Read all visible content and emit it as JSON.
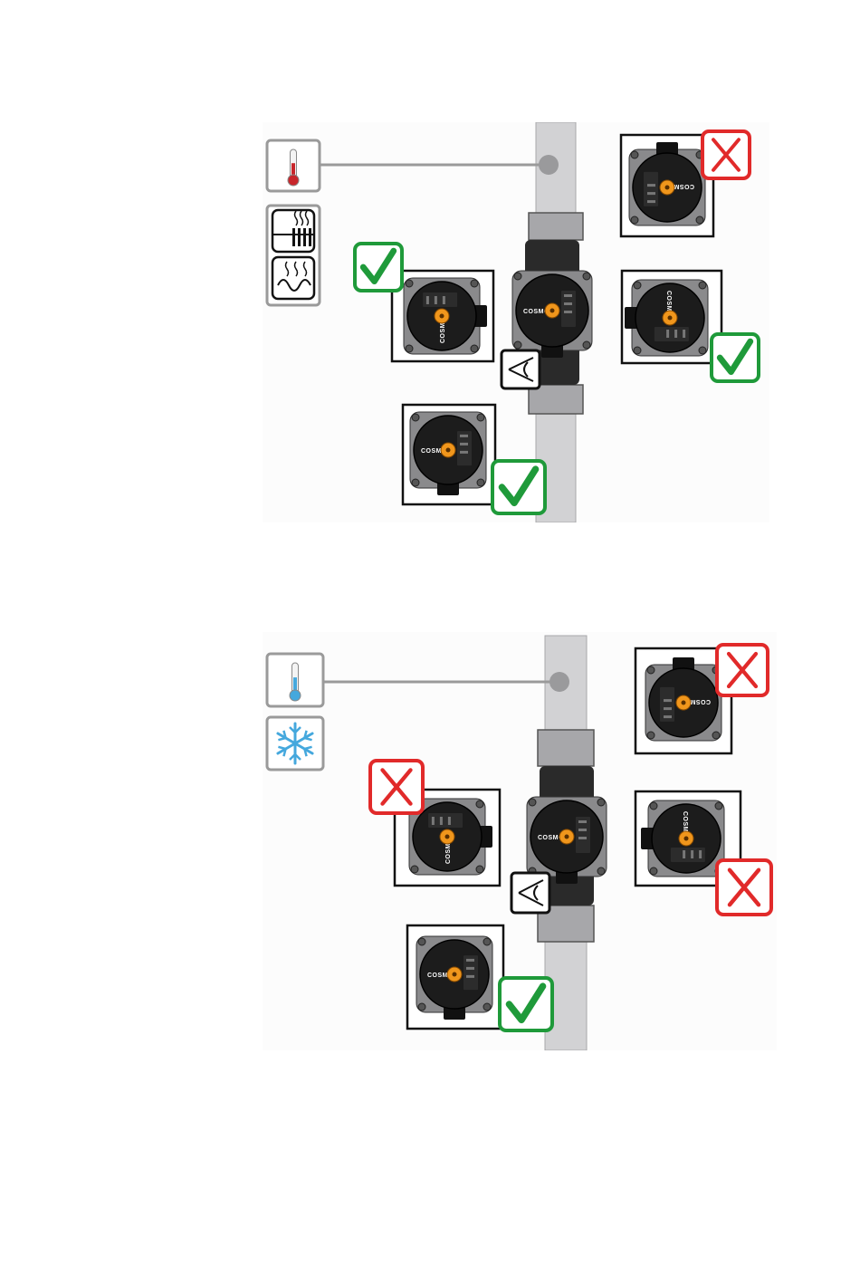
{
  "colors": {
    "ok": "#1f9a3a",
    "not_ok": "#e12a2a",
    "warm": "#c8262b",
    "cold": "#45a8dd",
    "pipe": "#d2d2d4",
    "pump_body": "#1c1c1c",
    "knob": "#f0961c"
  },
  "brand_label": "COSMO",
  "panels": [
    {
      "id": "heating",
      "mode": "heating",
      "thermometer_icon": "thermometer-warm-icon",
      "mode_icons": [
        "radiator-icon",
        "underfloor-heating-icon"
      ],
      "view_icon": "eye-icon",
      "orientations": [
        {
          "position": "top-right",
          "status": "not-allowed",
          "mark_icon": "x-mark-icon"
        },
        {
          "position": "left",
          "status": "allowed",
          "mark_icon": "check-mark-icon"
        },
        {
          "position": "right",
          "status": "allowed",
          "mark_icon": "check-mark-icon"
        },
        {
          "position": "bottom",
          "status": "allowed",
          "mark_icon": "check-mark-icon"
        }
      ]
    },
    {
      "id": "cooling",
      "mode": "cooling",
      "thermometer_icon": "thermometer-cold-icon",
      "mode_icons": [
        "snowflake-icon"
      ],
      "view_icon": "eye-icon",
      "orientations": [
        {
          "position": "top-right",
          "status": "not-allowed",
          "mark_icon": "x-mark-icon"
        },
        {
          "position": "left",
          "status": "not-allowed",
          "mark_icon": "x-mark-icon"
        },
        {
          "position": "right",
          "status": "not-allowed",
          "mark_icon": "x-mark-icon"
        },
        {
          "position": "bottom",
          "status": "allowed",
          "mark_icon": "check-mark-icon"
        }
      ]
    }
  ]
}
